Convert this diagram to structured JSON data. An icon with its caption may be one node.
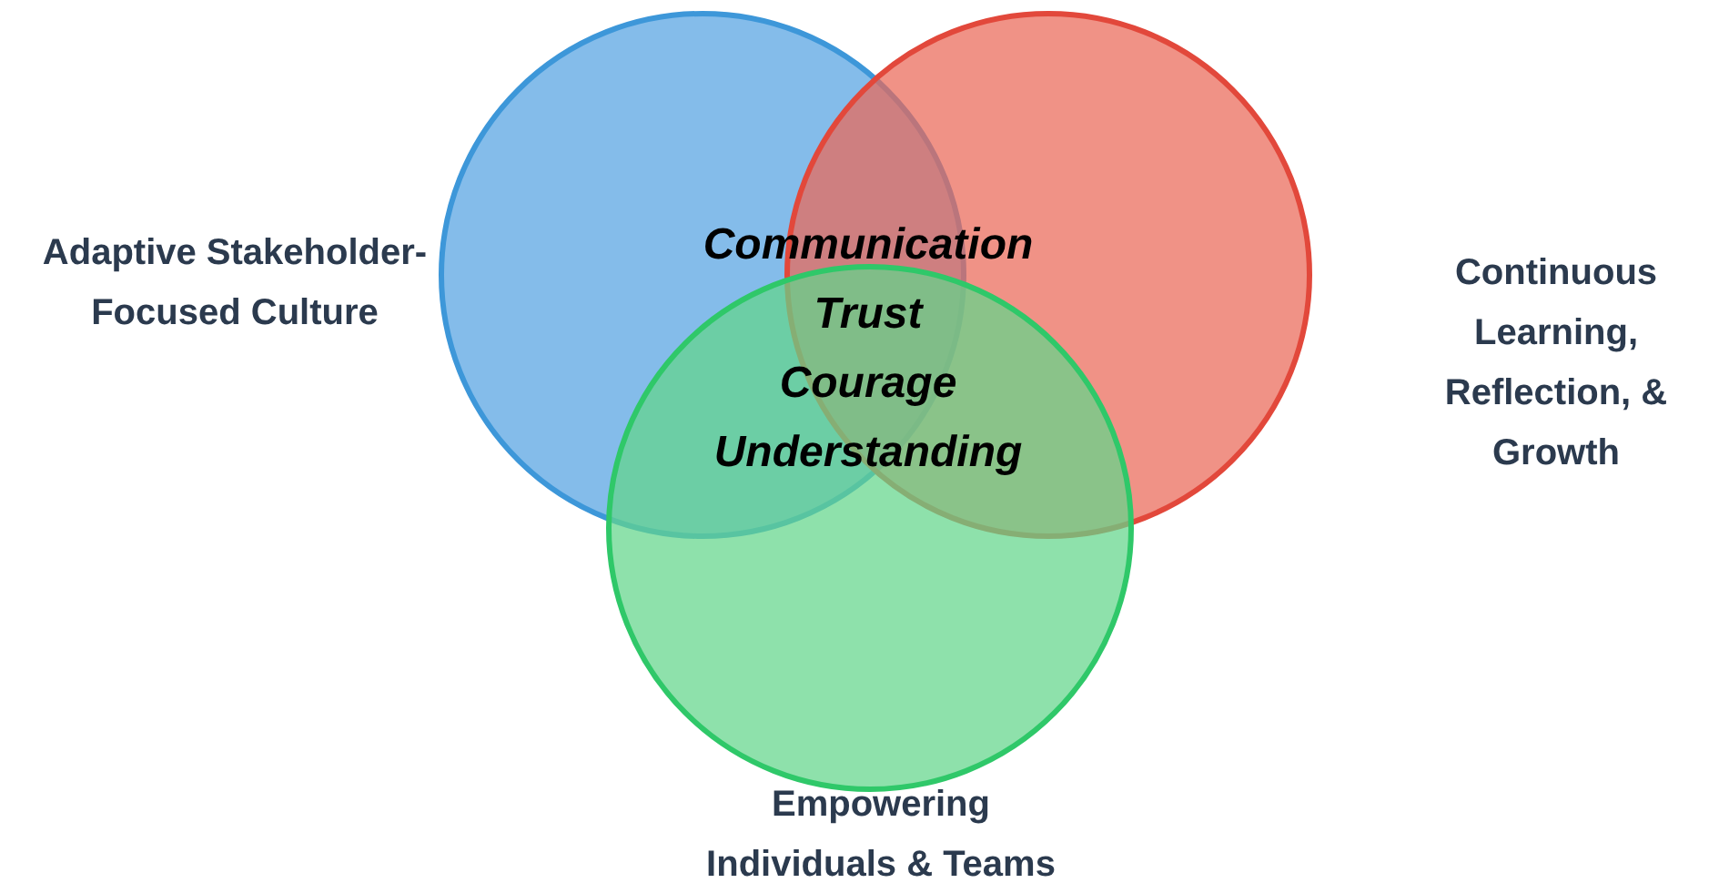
{
  "diagram": {
    "nodes": [
      {
        "text": [
          "Adaptive Stakeholder-Focused Culture"
        ]
      },
      {
        "text": [
          "Continuous Learning, Reflection, & Growth"
        ]
      },
      {
        "text": [
          "Empowering Individuals & Teams"
        ]
      }
    ],
    "labels": [
      "Communication",
      "Trust",
      "Courage",
      "Understanding"
    ]
  }
}
